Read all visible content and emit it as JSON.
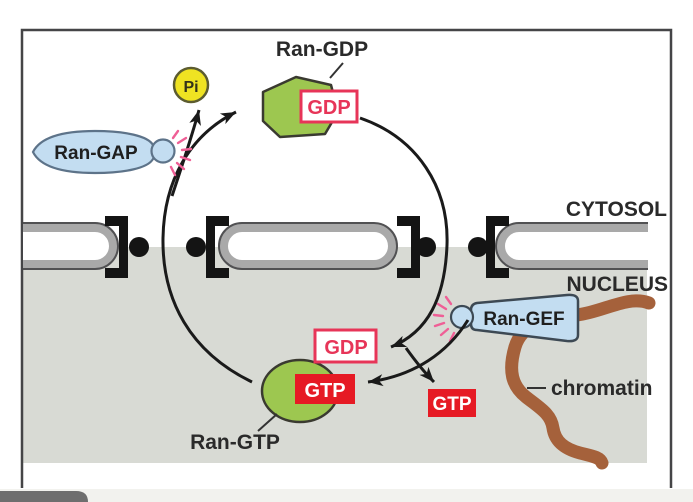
{
  "figure": {
    "description": "Ran GTPase nucleocytoplasmic cycle diagram",
    "labels": {
      "ran_gdp": "Ran-GDP",
      "ran_gtp": "Ran-GTP",
      "ran_gap": "Ran-GAP",
      "ran_gef": "Ran-GEF",
      "cytosol": "CYTOSOL",
      "nucleus": "NUCLEUS",
      "chromatin": "chromatin",
      "pi": "Pi",
      "gdp_box_top": "GDP",
      "gdp_box_exchange": "GDP",
      "gtp_box_bound": "GTP",
      "gtp_box_free": "GTP"
    },
    "colors": {
      "ran_green": "#9dc750",
      "gtp_red": "#e61a24",
      "gdp_crimson": "#e73558",
      "regulator_blue": "#c3ddf1",
      "pi_yellow": "#efe322",
      "chromatin_brown": "#a5613b",
      "nucleus_gray": "#d8dad4",
      "burst_pink": "#ef5f96",
      "membrane_gray": "#a9a9a9",
      "membrane_edge": "#515153",
      "pore_black": "#141414",
      "frame_border": "#454547",
      "label_dark": "#2a2a2a"
    }
  }
}
